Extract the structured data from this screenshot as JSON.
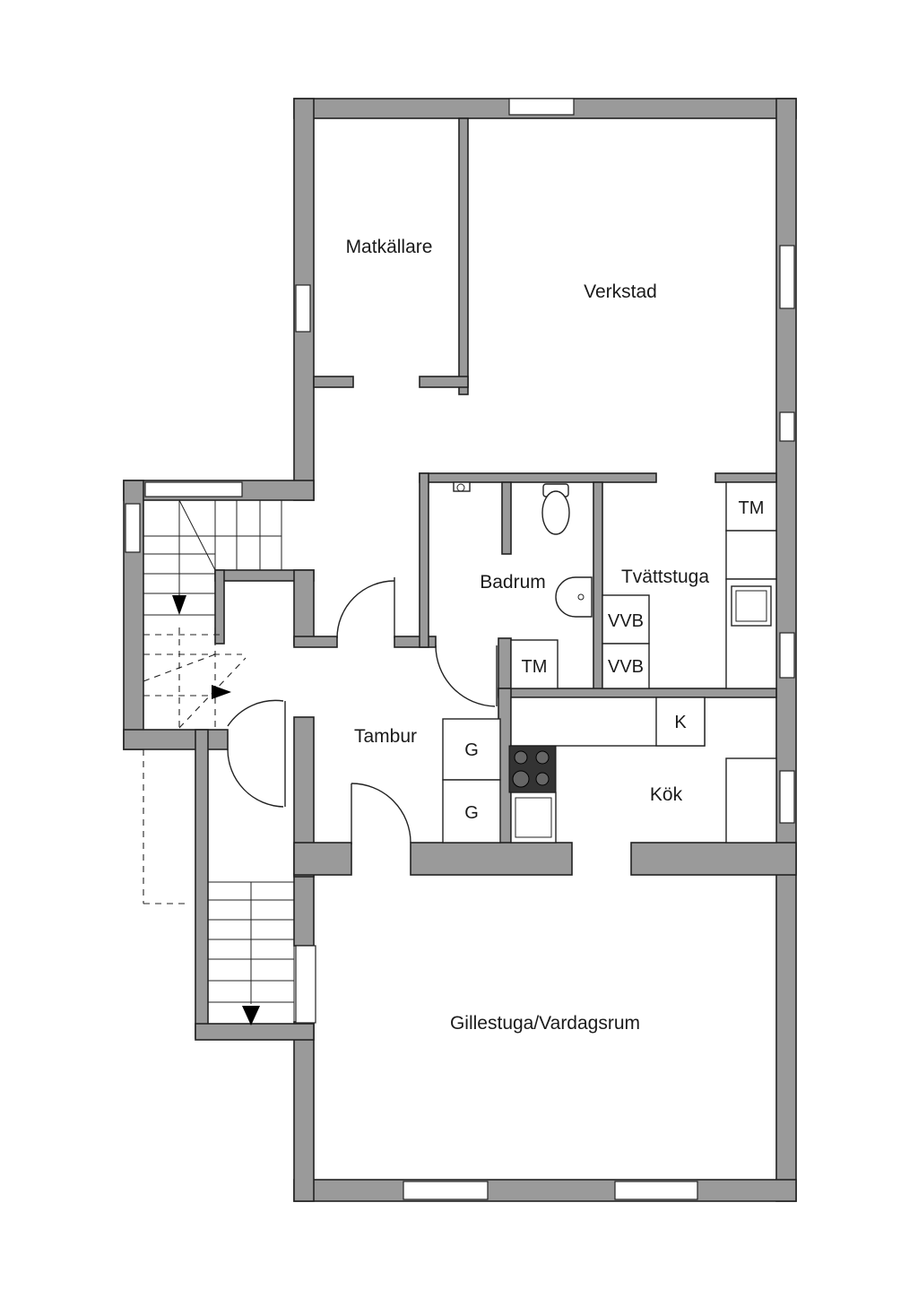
{
  "rooms": {
    "matkallare": "Matkällare",
    "verkstad": "Verkstad",
    "badrum": "Badrum",
    "tvattstuga": "Tvättstuga",
    "tambur": "Tambur",
    "kok": "Kök",
    "gillestuga": "Gillestuga/Vardagsrum"
  },
  "fixtures": {
    "tm_laundry": "TM",
    "tm_bath": "TM",
    "vvb_upper": "VVB",
    "vvb_lower": "VVB",
    "k_fridge": "K",
    "g_upper": "G",
    "g_lower": "G"
  },
  "colors": {
    "wall": "#9a9a9a",
    "line": "#222222",
    "background": "#ffffff"
  }
}
